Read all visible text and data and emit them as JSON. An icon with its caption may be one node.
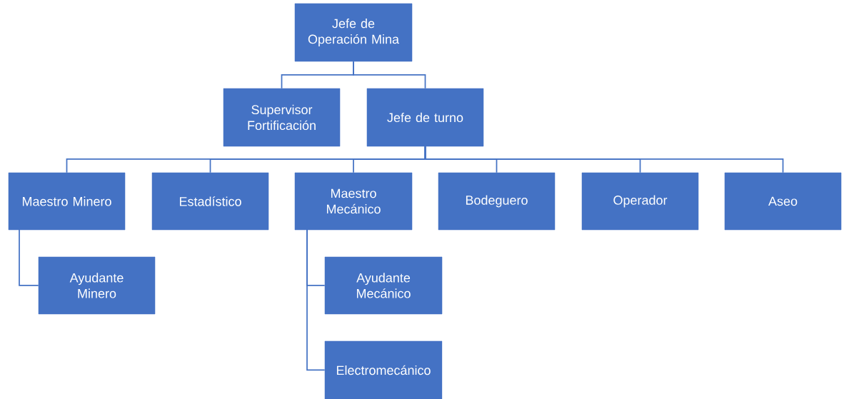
{
  "diagram": {
    "nodes": [
      {
        "text": [
          "Jefe de Operación Mina"
        ]
      },
      {
        "text": [
          "Supervisor Fortificación"
        ]
      },
      {
        "text": [
          "Jefe de turno"
        ]
      },
      {
        "text": [
          "Maestro Minero"
        ]
      },
      {
        "text": [
          "Estadístico"
        ]
      },
      {
        "text": [
          "Maestro Mecánico"
        ]
      },
      {
        "text": [
          "Bodeguero"
        ]
      },
      {
        "text": [
          "Operador"
        ]
      },
      {
        "text": [
          "Aseo"
        ]
      },
      {
        "text": [
          "Ayudante Minero"
        ]
      },
      {
        "text": [
          "Ayudante Mecánico"
        ]
      },
      {
        "text": [
          "Electromecánico"
        ]
      }
    ],
    "edges": [
      {
        "from": 0,
        "to": 1,
        "arrow": "none"
      },
      {
        "from": 0,
        "to": 2,
        "arrow": "none"
      },
      {
        "from": 2,
        "to": 3,
        "arrow": "none"
      },
      {
        "from": 2,
        "to": 4,
        "arrow": "none"
      },
      {
        "from": 2,
        "to": 5,
        "arrow": "none"
      },
      {
        "from": 2,
        "to": 6,
        "arrow": "none"
      },
      {
        "from": 2,
        "to": 7,
        "arrow": "none"
      },
      {
        "from": 2,
        "to": 8,
        "arrow": "none"
      },
      {
        "from": 3,
        "to": 9,
        "arrow": "none"
      },
      {
        "from": 5,
        "to": 10,
        "arrow": "none"
      },
      {
        "from": 5,
        "to": 11,
        "arrow": "none"
      }
    ]
  }
}
